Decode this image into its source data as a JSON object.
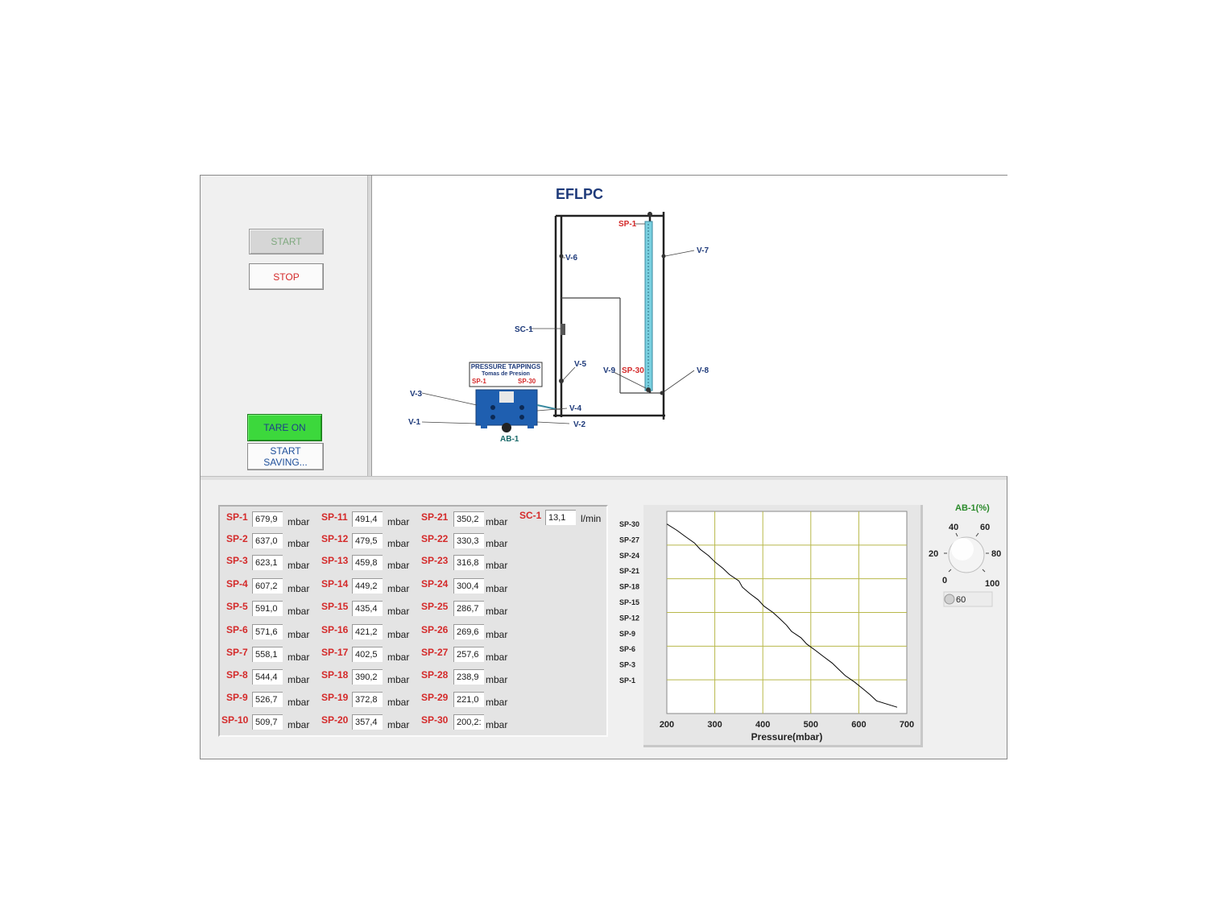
{
  "controls": {
    "start_label": "START",
    "stop_label": "STOP",
    "tare_label": "TARE ON",
    "save_label": "START SAVING..."
  },
  "diagram": {
    "title": "EFLPC",
    "labels": {
      "sp1": "SP-1",
      "v7": "V-7",
      "v6": "V-6",
      "sc1": "SC-1",
      "v5": "V-5",
      "v9": "V-9",
      "sp30": "SP-30",
      "v8": "V-8",
      "v3": "V-3",
      "v4": "V-4",
      "v1": "V-1",
      "v2": "V-2",
      "ab1": "AB-1"
    },
    "panel_title": "PRESSURE TAPPINGS",
    "panel_subtitle": "Tomas de Presion",
    "panel_sp1": "SP-1",
    "panel_sp30": "SP-30"
  },
  "readings": {
    "unit": "mbar",
    "col1": [
      {
        "label": "SP-1",
        "value": "679,9"
      },
      {
        "label": "SP-2",
        "value": "637,0"
      },
      {
        "label": "SP-3",
        "value": "623,1"
      },
      {
        "label": "SP-4",
        "value": "607,2"
      },
      {
        "label": "SP-5",
        "value": "591,0"
      },
      {
        "label": "SP-6",
        "value": "571,6"
      },
      {
        "label": "SP-7",
        "value": "558,1"
      },
      {
        "label": "SP-8",
        "value": "544,4"
      },
      {
        "label": "SP-9",
        "value": "526,7"
      },
      {
        "label": "SP-10",
        "value": "509,7"
      }
    ],
    "col2": [
      {
        "label": "SP-11",
        "value": "491,4"
      },
      {
        "label": "SP-12",
        "value": "479,5"
      },
      {
        "label": "SP-13",
        "value": "459,8"
      },
      {
        "label": "SP-14",
        "value": "449,2"
      },
      {
        "label": "SP-15",
        "value": "435,4"
      },
      {
        "label": "SP-16",
        "value": "421,2"
      },
      {
        "label": "SP-17",
        "value": "402,5"
      },
      {
        "label": "SP-18",
        "value": "390,2"
      },
      {
        "label": "SP-19",
        "value": "372,8"
      },
      {
        "label": "SP-20",
        "value": "357,4"
      }
    ],
    "col3": [
      {
        "label": "SP-21",
        "value": "350,2"
      },
      {
        "label": "SP-22",
        "value": "330,3"
      },
      {
        "label": "SP-23",
        "value": "316,8"
      },
      {
        "label": "SP-24",
        "value": "300,4"
      },
      {
        "label": "SP-25",
        "value": "286,7"
      },
      {
        "label": "SP-26",
        "value": "269,6"
      },
      {
        "label": "SP-27",
        "value": "257,6"
      },
      {
        "label": "SP-28",
        "value": "238,9"
      },
      {
        "label": "SP-29",
        "value": "221,0"
      },
      {
        "label": "SP-30",
        "value": "200,2:"
      }
    ],
    "flow": {
      "label": "SC-1",
      "value": "13,1",
      "unit": "l/min"
    }
  },
  "chart_data": {
    "type": "line",
    "xlabel": "Pressure(mbar)",
    "xlim": [
      200,
      700
    ],
    "x_ticks": [
      "200",
      "300",
      "400",
      "500",
      "600",
      "700"
    ],
    "y_ticks": [
      "SP-30",
      "SP-27",
      "SP-24",
      "SP-21",
      "SP-18",
      "SP-15",
      "SP-12",
      "SP-9",
      "SP-6",
      "SP-3",
      "SP-1"
    ],
    "grid": true,
    "series": [
      {
        "x": [
          679.9,
          637.0,
          623.1,
          607.2,
          591.0,
          571.6,
          558.1,
          544.4,
          526.7,
          509.7,
          491.4,
          479.5,
          459.8,
          449.2,
          435.4,
          421.2,
          402.5,
          390.2,
          372.8,
          357.4,
          350.2,
          330.3,
          316.8,
          300.4,
          286.7,
          269.6,
          257.6,
          238.9,
          221.0,
          200.2
        ],
        "y": [
          1,
          2,
          3,
          4,
          5,
          6,
          7,
          8,
          9,
          10,
          11,
          12,
          13,
          14,
          15,
          16,
          17,
          18,
          19,
          20,
          21,
          22,
          23,
          24,
          25,
          26,
          27,
          28,
          29,
          30
        ],
        "color": "#000000"
      }
    ],
    "colors": {
      "grid": "#b8b84a",
      "plot_bg": "#ffffff"
    }
  },
  "knob": {
    "title": "AB-1(%)",
    "ticks": [
      "0",
      "20",
      "40",
      "60",
      "80",
      "100"
    ],
    "value": "60",
    "level": 60
  }
}
